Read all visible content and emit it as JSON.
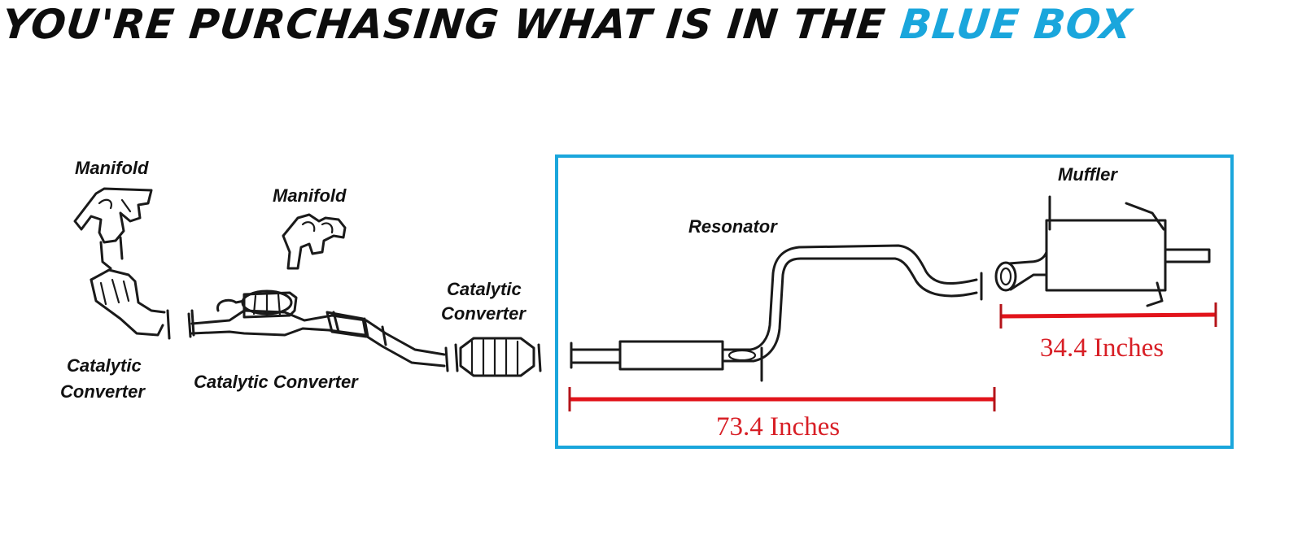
{
  "headline": {
    "prefix": "YOU'RE PURCHASING WHAT IS IN THE ",
    "highlight": "BLUE BOX"
  },
  "colors": {
    "highlight": "#1aa6dc",
    "box_border": "#1aa6dc",
    "dimension": "#e2141b",
    "drawing": "#1a1a1a"
  },
  "labels": {
    "manifold_left": "Manifold",
    "manifold_center": "Manifold",
    "cat_left_line1": "Catalytic",
    "cat_left_line2": "Converter",
    "cat_center": "Catalytic Converter",
    "cat_right_line1": "Catalytic",
    "cat_right_line2": "Converter",
    "resonator": "Resonator",
    "muffler": "Muffler"
  },
  "dimensions": {
    "resonator_section": "73.4 Inches",
    "muffler_section": "34.4 Inches"
  }
}
